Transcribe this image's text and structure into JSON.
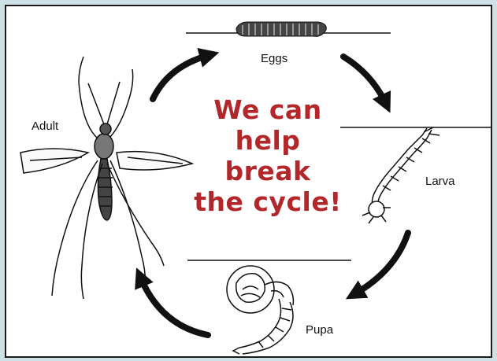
{
  "labels": {
    "eggs": "Eggs",
    "larva": "Larva",
    "pupa": "Pupa",
    "adult": "Adult"
  },
  "center_text": {
    "line1": "We can",
    "line2": "help",
    "line3": "break",
    "line4": "the cycle!"
  },
  "colors": {
    "accent": "#b3262a",
    "ink": "#111111",
    "background": "#cfe0e6"
  }
}
